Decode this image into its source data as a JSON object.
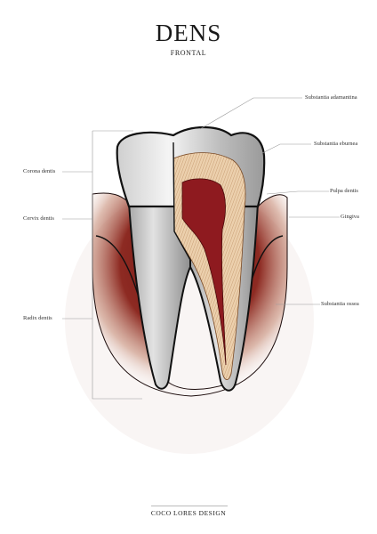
{
  "header": {
    "title": "DENS",
    "subtitle": "FRONTAL"
  },
  "labels": {
    "left": [
      {
        "id": "corona",
        "text": "Corona dentis"
      },
      {
        "id": "cervix",
        "text": "Cervix dentis"
      },
      {
        "id": "radix",
        "text": "Radix dentis"
      }
    ],
    "right": [
      {
        "id": "adamantina",
        "text": "Substantia adamantina"
      },
      {
        "id": "eburnea",
        "text": "Substantia eburnea"
      },
      {
        "id": "pulpa",
        "text": "Pulpa dentis"
      },
      {
        "id": "gingiva",
        "text": "Gingiva"
      },
      {
        "id": "ossea",
        "text": "Substantia ossea"
      }
    ]
  },
  "footer": {
    "credit": "COCO LORES DESIGN"
  },
  "colors": {
    "enamel": "#d9d9d9",
    "dentin": "#e8c9a4",
    "pulp": "#8e1a1f",
    "gum": "#8a1c1c",
    "outline": "#111111"
  }
}
